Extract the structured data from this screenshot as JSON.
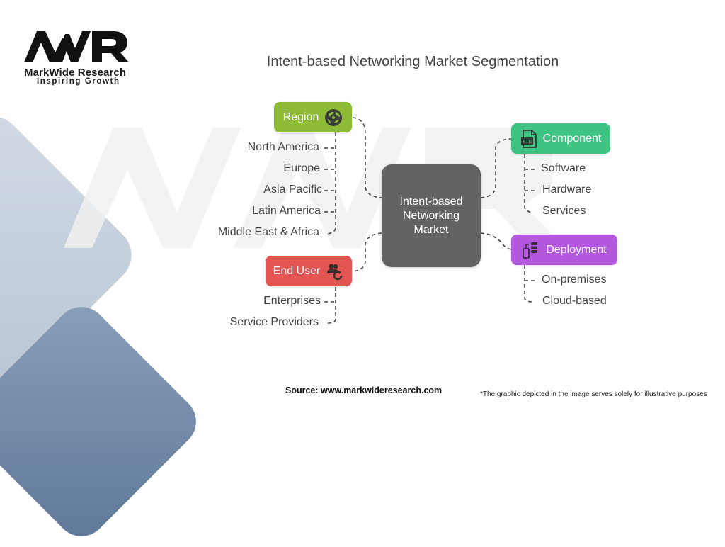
{
  "brand": {
    "logo_mark": "MWR",
    "name": "MarkWide Research",
    "tagline": "Inspiring Growth"
  },
  "title": "Intent-based Networking Market Segmentation",
  "center": {
    "label_lines": [
      "Intent-based",
      "Networking",
      "Market"
    ]
  },
  "segments": [
    {
      "id": "region",
      "label": "Region",
      "color": "#8dbb35",
      "icon": "globe-icon",
      "items": [
        "North America",
        "Europe",
        "Asia Pacific",
        "Latin America",
        "Middle East & Africa"
      ]
    },
    {
      "id": "end-user",
      "label": "End User",
      "color": "#e25553",
      "icon": "users-refresh-icon",
      "items": [
        "Enterprises",
        "Service Providers"
      ]
    },
    {
      "id": "component",
      "label": "Component",
      "color": "#3ec383",
      "icon": "bin-file-icon",
      "items": [
        "Software",
        "Hardware",
        "Services"
      ]
    },
    {
      "id": "deployment",
      "label": "Deployment",
      "color": "#b458de",
      "icon": "device-server-icon",
      "items": [
        "On-premises",
        "Cloud-based"
      ]
    }
  ],
  "footer": {
    "source": "Source: www.markwideresearch.com",
    "note": "*The graphic depicted in the image serves solely for illustrative purposes"
  }
}
